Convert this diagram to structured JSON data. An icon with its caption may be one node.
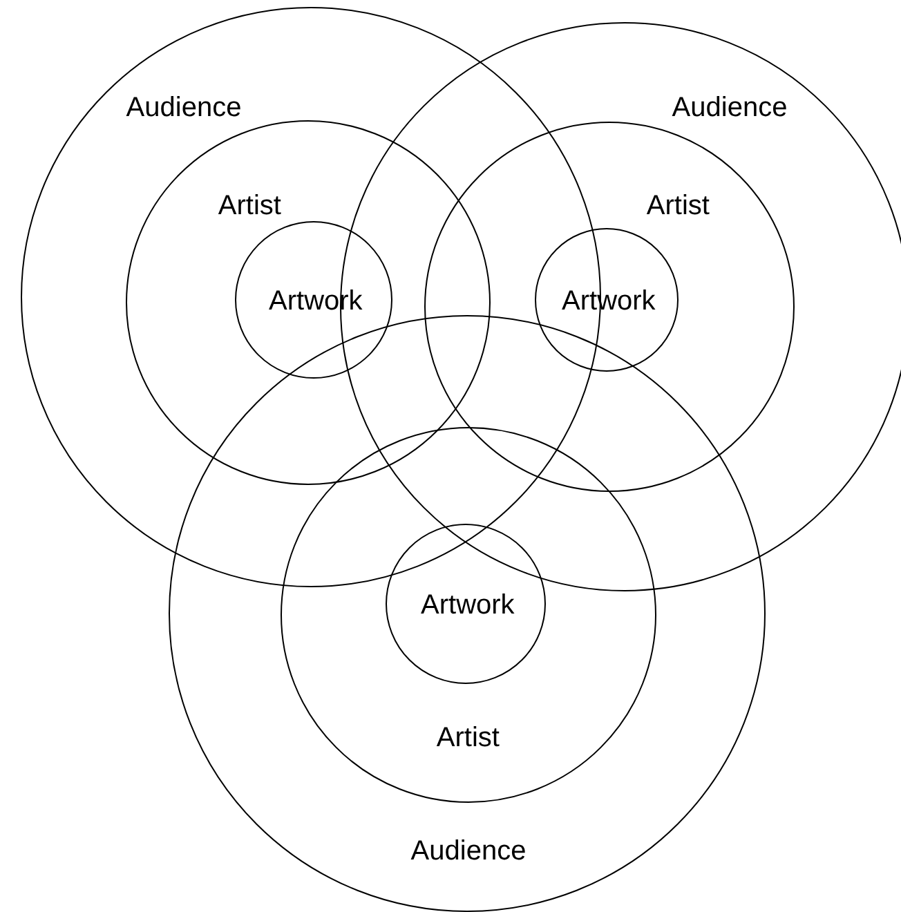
{
  "diagram": {
    "nodes": [
      {
        "text": [
          "Audience"
        ]
      },
      {
        "text": [
          "Artist"
        ],
        "in": 0
      },
      {
        "text": [
          "Artwork"
        ],
        "in": 1
      },
      {
        "text": [
          "Audience"
        ]
      },
      {
        "text": [
          "Artist"
        ],
        "in": 3
      },
      {
        "text": [
          "Artwork"
        ],
        "in": 4
      },
      {
        "text": [
          "Audience"
        ]
      },
      {
        "text": [
          "Artist"
        ],
        "in": 6
      },
      {
        "text": [
          "Artwork"
        ],
        "in": 7
      }
    ]
  }
}
